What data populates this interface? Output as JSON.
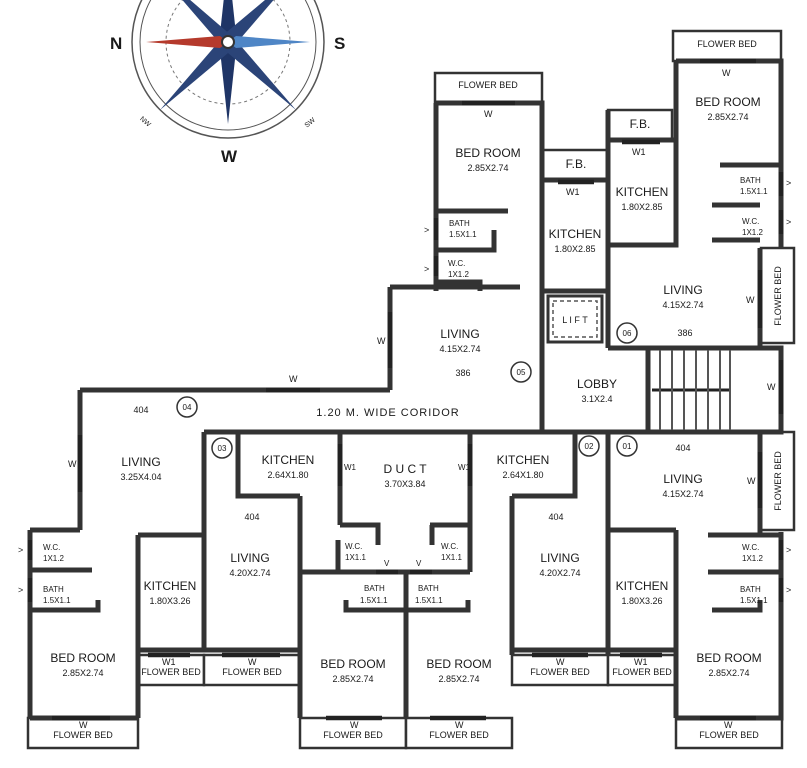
{
  "compass": {
    "north": "N",
    "south": "S",
    "west": "W",
    "sw_tick": "SW",
    "nw_tick": "NW"
  },
  "common": {
    "corridor": "1.20 M. WIDE CORIDOR",
    "lobby": "LOBBY",
    "lobby_size": "3.1X2.4",
    "lift": "L I F T",
    "duct": "D U C T",
    "duct_size": "3.70X3.84"
  },
  "labels": {
    "flower_bed": "FLOWER BED",
    "fb": "F.B.",
    "window": "W",
    "window_1": "W1",
    "ventilator": "V",
    "ventilator_arrow": ">",
    "bed_room": "BED ROOM",
    "kitchen": "KITCHEN",
    "living": "LIVING",
    "bath": "BATH",
    "wc": "W.C."
  },
  "units": {
    "01": {
      "no": "01",
      "living": "4.15X2.74",
      "living_dim": "404",
      "kitchen": "1.80X3.26",
      "bed": "2.85X2.74",
      "bath": "1.5X1.1",
      "wc": "1X1.2"
    },
    "02": {
      "no": "02",
      "living": "4.20X2.74",
      "living_dim": "404",
      "kitchen": "2.64X1.80",
      "bed": "2.85X2.74",
      "bath": "1.5X1.1",
      "wc": "1X1.1"
    },
    "03": {
      "no": "03",
      "living": "4.20X2.74",
      "living_dim": "404",
      "kitchen": "2.64X1.80",
      "bed": "2.85X2.74",
      "bath": "1.5X1.1",
      "wc": "1X1.1"
    },
    "04": {
      "no": "04",
      "living": "3.25X4.04",
      "living_dim": "404",
      "kitchen": "1.80X3.26",
      "bed": "2.85X2.74",
      "bath": "1.5X1.1",
      "wc": "1X1.2"
    },
    "05": {
      "no": "05",
      "living": "4.15X2.74",
      "living_dim": "386",
      "kitchen": "1.80X2.85",
      "bed": "2.85X2.74",
      "bath": "1.5X1.1",
      "wc": "1X1.2"
    },
    "06": {
      "no": "06",
      "living": "4.15X2.74",
      "living_dim": "386",
      "kitchen": "1.80X2.85",
      "bed": "2.85X2.74",
      "bath": "1.5X1.1",
      "wc": "1X1.2"
    }
  },
  "colors": {
    "compass_red": "#b53a2c",
    "compass_navy": "#1f3566",
    "compass_blue": "#4f86c6"
  }
}
